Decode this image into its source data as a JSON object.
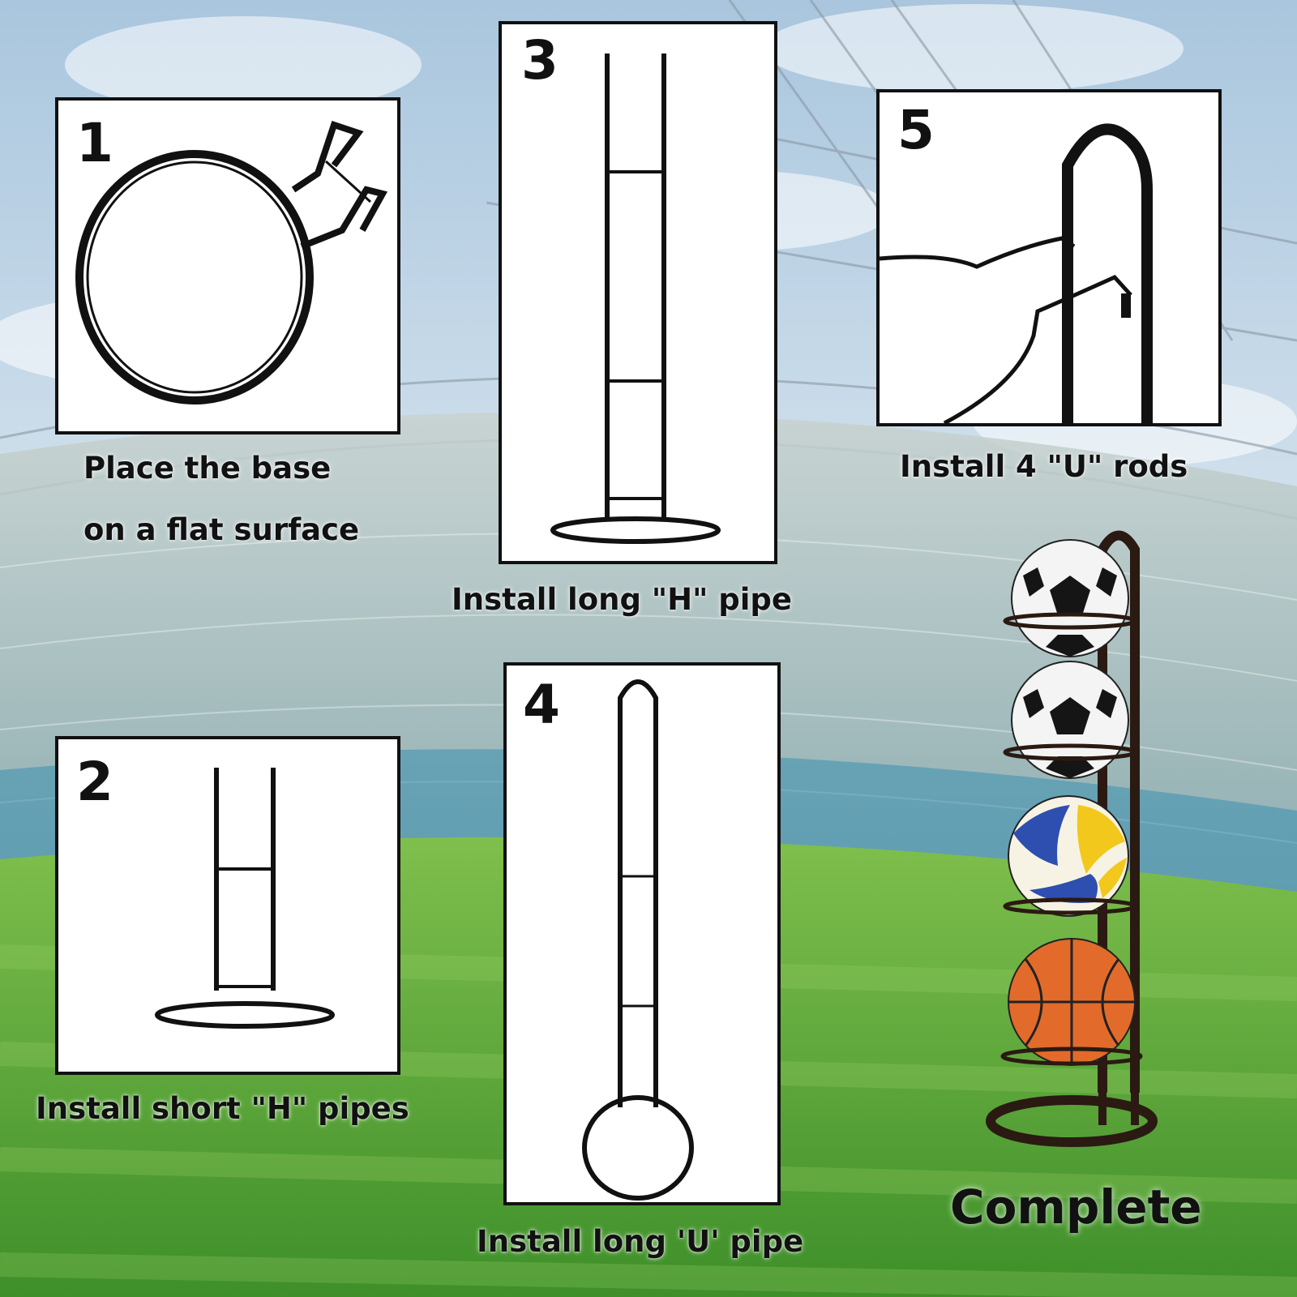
{
  "steps": [
    {
      "number": "1",
      "caption_line1": "Place the base",
      "caption_line2": "on a flat surface"
    },
    {
      "number": "2",
      "caption": "Install short \"H\" pipes"
    },
    {
      "number": "3",
      "caption": "Install long \"H\" pipe"
    },
    {
      "number": "4",
      "caption": "Install long 'U' pipe"
    },
    {
      "number": "5",
      "caption": "Install 4 \"U\" rods"
    }
  ],
  "final": {
    "label": "Complete"
  },
  "colors": {
    "frame": "#111111",
    "rack": "#2a1a12",
    "panel": "#ffffff"
  },
  "background": "stadium-scene",
  "balls": [
    "soccer-ball",
    "soccer-ball",
    "volleyball",
    "basketball"
  ]
}
